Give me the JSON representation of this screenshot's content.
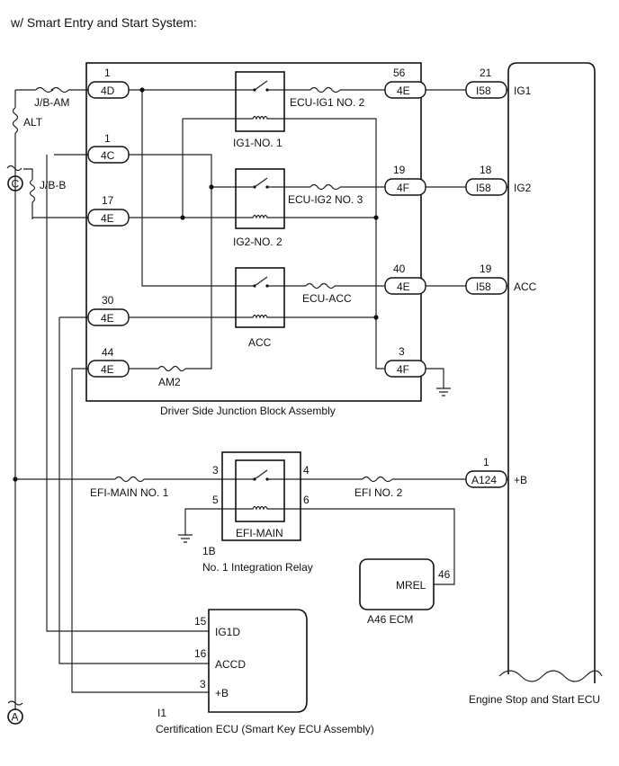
{
  "header": {
    "title": "w/ Smart Entry and Start System:"
  },
  "left": {
    "fuse_jb_am": "J/B-AM",
    "fuse_alt": "ALT",
    "fuse_jb_b": "J/B-B",
    "connector_c": "C",
    "connector_a": "A"
  },
  "junction_block": {
    "name": "Driver Side Junction Block Assembly",
    "terminals": [
      {
        "pin": "1",
        "code": "4D"
      },
      {
        "pin": "1",
        "code": "4C"
      },
      {
        "pin": "17",
        "code": "4E"
      },
      {
        "pin": "30",
        "code": "4E"
      },
      {
        "pin": "44",
        "code": "4E"
      },
      {
        "pin": "56",
        "code": "4E"
      },
      {
        "pin": "19",
        "code": "4F"
      },
      {
        "pin": "40",
        "code": "4E"
      },
      {
        "pin": "3",
        "code": "4F"
      }
    ],
    "relays": [
      "IG1-NO. 1",
      "IG2-NO. 2",
      "ACC"
    ],
    "fuses": [
      "ECU-IG1 NO. 2",
      "ECU-IG2 NO. 3",
      "ECU-ACC",
      "AM2"
    ]
  },
  "ecu_terminals": [
    {
      "pin": "21",
      "code": "I58",
      "signal": "IG1"
    },
    {
      "pin": "18",
      "code": "I58",
      "signal": "IG2"
    },
    {
      "pin": "19",
      "code": "I58",
      "signal": "ACC"
    },
    {
      "pin": "1",
      "code": "A124",
      "signal": "+B"
    }
  ],
  "integration_relay": {
    "relay": "EFI-MAIN",
    "connector": "1B",
    "name": "No. 1 Integration Relay",
    "pins": [
      "3",
      "4",
      "5",
      "6"
    ],
    "fuse_in": "EFI-MAIN NO. 1",
    "fuse_out": "EFI NO. 2"
  },
  "ecm": {
    "label": "A46  ECM",
    "terminal": "MREL",
    "pin": "46"
  },
  "certification_ecu": {
    "code": "I1",
    "name": "Certification ECU (Smart Key ECU Assembly)",
    "terminals": [
      {
        "pin": "15",
        "name": "IG1D"
      },
      {
        "pin": "16",
        "name": "ACCD"
      },
      {
        "pin": "3",
        "name": "+B"
      }
    ]
  },
  "engine_ecu": {
    "name": "Engine Stop and Start ECU"
  }
}
